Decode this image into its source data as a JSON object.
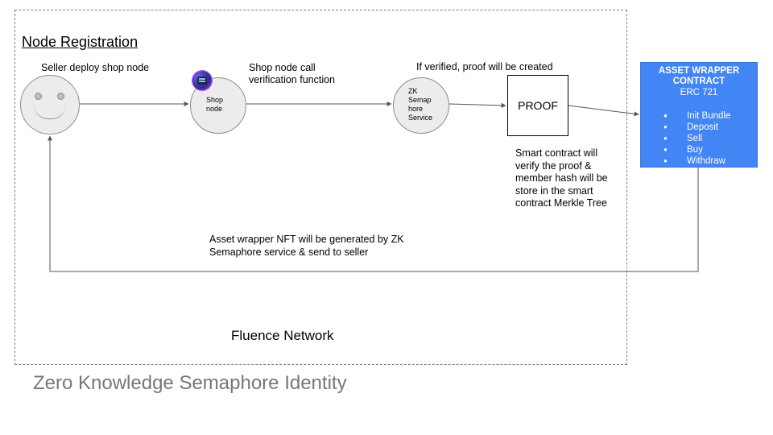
{
  "diagram": {
    "section_title": "Node Registration",
    "network_label": "Fluence Network",
    "footer_title": "Zero Knowledge Semaphore Identity",
    "labels": {
      "seller": "Seller deploy shop node",
      "shop_call": [
        "Shop node call",
        "verification function"
      ],
      "if_verified": "If verified, proof will be created",
      "smart_contract": [
        "Smart contract will",
        "verify the proof &",
        "member hash will be",
        "store in the smart",
        "contract Merkle Tree"
      ],
      "nft": [
        "Asset wrapper NFT will be generated by ZK",
        "Semaphore service & send to seller"
      ]
    },
    "nodes": {
      "shop": [
        "Shop",
        "node"
      ],
      "zk": [
        "ZK",
        "Semap",
        "hore",
        "Service"
      ],
      "proof": "PROOF"
    },
    "contract": {
      "title": [
        "ASSET WRAPPER",
        "CONTRACT"
      ],
      "subtitle": "ERC 721",
      "items": [
        "Init Bundle",
        "Deposit",
        "Sell",
        "Buy",
        "Withdraw"
      ],
      "bullet": "●"
    },
    "colors": {
      "contract_fill": "#4285f4",
      "node_fill": "#ececec",
      "footer_text": "#777777"
    },
    "icons": {
      "shop_badge": "server-stack-icon"
    }
  }
}
